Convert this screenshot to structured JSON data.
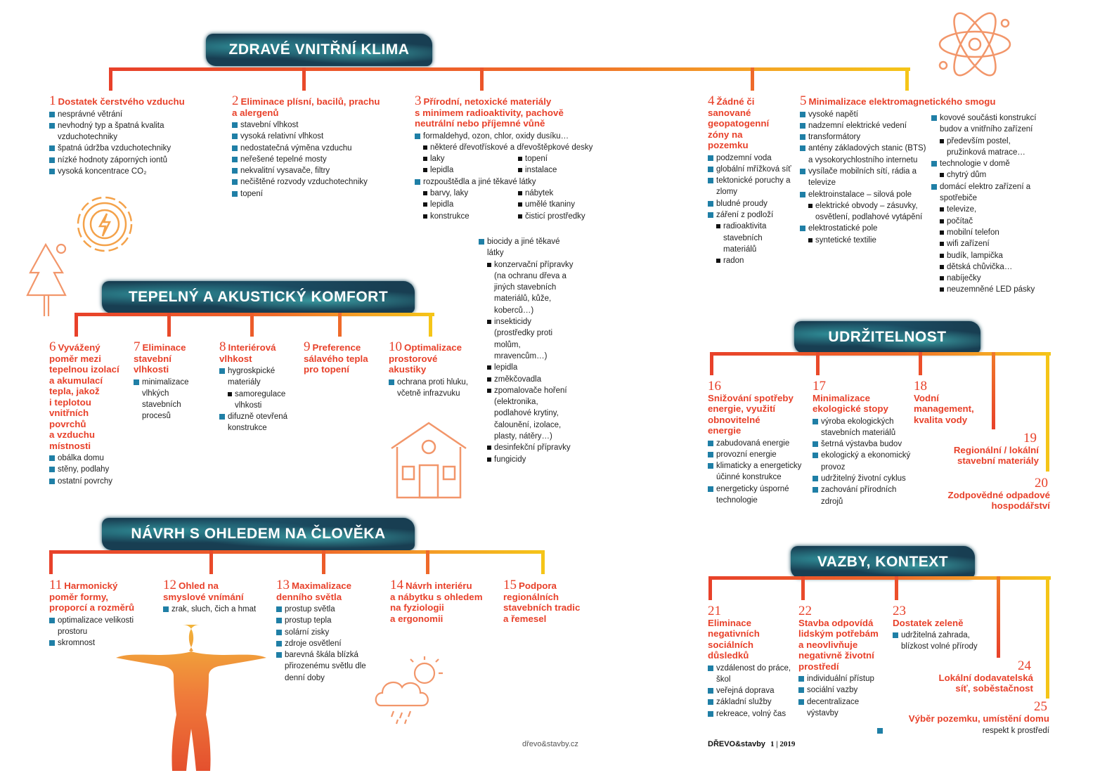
{
  "banners": [
    "ZDRAVÉ VNITŘNÍ KLIMA",
    "TEPELNÝ A AKUSTICKÝ KOMFORT",
    "NÁVRH S OHLEDEM NA ČLOVĚKA",
    "UDRŽITELNOST",
    "VAZBY, KONTEXT"
  ],
  "blocks": [
    {
      "num": "1",
      "title": "Dostatek čerstvého vzduchu",
      "items": [
        {
          "t": "nesprávné větrání",
          "lv": 1
        },
        {
          "t": "nevhodný typ a špatná kvalita vzduchotechniky",
          "lv": 1
        },
        {
          "t": "špatná údržba vzduchotechniky",
          "lv": 1
        },
        {
          "t": "nízké hodnoty záporných iontů",
          "lv": 1
        },
        {
          "t": "vysoká koncentrace CO₂",
          "lv": 1
        }
      ]
    },
    {
      "num": "2",
      "title": "Eliminace plísní, bacilů, prachu\na alergenů",
      "items": [
        {
          "t": "stavební vlhkost",
          "lv": 1
        },
        {
          "t": "vysoká relativní vlhkost",
          "lv": 1
        },
        {
          "t": "nedostatečná výměna vzduchu",
          "lv": 1
        },
        {
          "t": "neřešené tepelné mosty",
          "lv": 1
        },
        {
          "t": "nekvalitní vysavače, filtry",
          "lv": 1
        },
        {
          "t": "nečištěné rozvody vzduchotechniky",
          "lv": 1
        },
        {
          "t": "topení",
          "lv": 1
        }
      ]
    },
    {
      "num": "3",
      "title": "Přírodní, netoxické materiály\ns minimem radioaktivity, pachově\nneutrální nebo příjemné vůně",
      "items": [
        {
          "t": "formaldehyd, ozon, chlor, oxidy dusíku…",
          "lv": 1
        },
        {
          "t": "některé dřevotřískové a dřevoštěpkové desky",
          "lv": 2
        },
        {
          "pair": [
            "laky",
            "topení"
          ]
        },
        {
          "pair": [
            "lepidla",
            "instalace"
          ]
        },
        {
          "t": "rozpouštědla a jiné těkavé látky",
          "lv": 1
        },
        {
          "pair": [
            "barvy, laky",
            "nábytek"
          ]
        },
        {
          "pair": [
            "lepidla",
            "umělé tkaniny"
          ]
        },
        {
          "pair": [
            "konstrukce",
            "čisticí prostředky"
          ]
        }
      ]
    },
    {
      "num": "",
      "title": "",
      "items": [
        {
          "t": "biocidy a jiné těkavé látky",
          "lv": 1
        },
        {
          "t": "konzervační přípravky (na ochranu dřeva a jiných stavebních materiálů, kůže, koberců…)",
          "lv": 2
        },
        {
          "t": "insekticidy (prostředky proti molům, mravencům…)",
          "lv": 2
        },
        {
          "t": "lepidla",
          "lv": 2
        },
        {
          "t": "změkčovadla",
          "lv": 2
        },
        {
          "t": "zpomalovače hoření (elektronika, podlahové krytiny, čalounění, izolace, plasty, nátěry…)",
          "lv": 2
        },
        {
          "t": "desinfekční přípravky",
          "lv": 2
        },
        {
          "t": "fungicidy",
          "lv": 2
        }
      ]
    },
    {
      "num": "4",
      "title": "Žádné či\nsanované\ngeopatogenní\nzóny na\npozemku",
      "items": [
        {
          "t": "podzemní voda",
          "lv": 1
        },
        {
          "t": "globální mřížková síť",
          "lv": 1
        },
        {
          "t": "tektonické poruchy a zlomy",
          "lv": 1
        },
        {
          "t": "bludné proudy",
          "lv": 1
        },
        {
          "t": "záření z podloží",
          "lv": 1
        },
        {
          "t": "radioaktivita stavebních materiálů",
          "lv": 2
        },
        {
          "t": "radon",
          "lv": 2
        }
      ]
    },
    {
      "num": "5",
      "title": "Minimalizace elektromagnetického smogu",
      "items": [
        {
          "t": "vysoké napětí",
          "lv": 1
        },
        {
          "t": "nadzemní elektrické vedení",
          "lv": 1
        },
        {
          "t": "transformátory",
          "lv": 1
        },
        {
          "t": "antény základových stanic (BTS) a vysokorychlostního internetu",
          "lv": 1
        },
        {
          "t": "vysílače mobilních sítí, rádia a televize",
          "lv": 1
        },
        {
          "t": "elektroinstalace – silová pole",
          "lv": 1
        },
        {
          "t": "elektrické obvody – zásuvky, osvětlení, podlahové vytápění",
          "lv": 2
        },
        {
          "t": "elektrostatické pole",
          "lv": 1
        },
        {
          "t": "syntetické textilie",
          "lv": 2
        }
      ]
    },
    {
      "num": "",
      "title": "",
      "items": [
        {
          "t": "kovové součásti konstrukcí budov a vnitřního zařízení",
          "lv": 1
        },
        {
          "t": "především postel, pružinková matrace…",
          "lv": 2
        },
        {
          "t": "technologie v domě",
          "lv": 1
        },
        {
          "t": "chytrý dům",
          "lv": 2
        },
        {
          "t": "domácí elektro zařízení a spotřebiče",
          "lv": 1
        },
        {
          "t": "televize,",
          "lv": 2
        },
        {
          "t": "počítač",
          "lv": 2
        },
        {
          "t": "mobilní telefon",
          "lv": 2
        },
        {
          "t": "wifi zařízení",
          "lv": 2
        },
        {
          "t": "budík, lampička",
          "lv": 2
        },
        {
          "t": "dětská chůvička…",
          "lv": 2
        },
        {
          "t": "nabíječky",
          "lv": 2
        },
        {
          "t": "neuzemněné LED pásky",
          "lv": 2
        }
      ]
    },
    {
      "num": "6",
      "title": "Vyvážený\npoměr mezi\ntepelnou izolací\na akumulací\ntepla, jakož\ni teplotou\nvnitřních\npovrchů\na vzduchu\nmístnosti",
      "items": [
        {
          "t": "obálka domu",
          "lv": 1
        },
        {
          "t": "stěny, podlahy",
          "lv": 1
        },
        {
          "t": "ostatní povrchy",
          "lv": 1
        }
      ]
    },
    {
      "num": "7",
      "title": "Eliminace\nstavební\nvlhkosti",
      "items": [
        {
          "t": "minimalizace vlhkých stavebních procesů",
          "lv": 1
        }
      ]
    },
    {
      "num": "8",
      "title": "Interiérová\nvlhkost",
      "items": [
        {
          "t": "hygroskpické materiály",
          "lv": 1
        },
        {
          "t": "samoregulace vlhkosti",
          "lv": 2
        },
        {
          "t": "difuzně otevřená konstrukce",
          "lv": 1
        }
      ]
    },
    {
      "num": "9",
      "title": "Preference\nsálavého tepla\npro topení",
      "items": []
    },
    {
      "num": "10",
      "title": "Optimalizace\nprostorové\nakustiky",
      "items": [
        {
          "t": "ochrana proti hluku, včetně infrazvuku",
          "lv": 1
        }
      ]
    },
    {
      "num": "11",
      "title": "Harmonický\npoměr formy,\nproporcí a rozměrů",
      "items": [
        {
          "t": "optimalizace velikosti prostoru",
          "lv": 1
        },
        {
          "t": "skromnost",
          "lv": 1
        }
      ]
    },
    {
      "num": "12",
      "title": "Ohled na\nsmyslové vnímání",
      "items": [
        {
          "t": "zrak, sluch, čich a hmat",
          "lv": 1
        }
      ]
    },
    {
      "num": "13",
      "title": "Maximalizace\ndenního světla",
      "items": [
        {
          "t": "prostup světla",
          "lv": 1
        },
        {
          "t": "prostup tepla",
          "lv": 1
        },
        {
          "t": "solární zisky",
          "lv": 1
        },
        {
          "t": "zdroje osvětlení",
          "lv": 1
        },
        {
          "t": "barevná škála blízká přirozenému světlu dle denní doby",
          "lv": 1
        }
      ]
    },
    {
      "num": "14",
      "title": "Návrh interiéru\na nábytku s ohledem\nna fyziologii\na ergonomii",
      "items": []
    },
    {
      "num": "15",
      "title": "Podpora\nregionálních\nstavebních tradic\na řemesel",
      "items": []
    },
    {
      "num": "16",
      "title": "\nSnižování spotřeby\nenergie, využití\nobnovitelné\nenergie",
      "items": [
        {
          "t": "zabudovaná energie",
          "lv": 1
        },
        {
          "t": "provozní energie",
          "lv": 1
        },
        {
          "t": "klimaticky a energeticky účinné konstrukce",
          "lv": 1
        },
        {
          "t": "energeticky úsporné technologie",
          "lv": 1
        }
      ]
    },
    {
      "num": "17",
      "title": "\nMinimalizace\nekologické stopy",
      "items": [
        {
          "t": "výroba ekologických stavebních materiálů",
          "lv": 1
        },
        {
          "t": "šetrná výstavba budov",
          "lv": 1
        },
        {
          "t": "ekologický a ekonomický provoz",
          "lv": 1
        },
        {
          "t": "udržitelný životní cyklus",
          "lv": 1
        },
        {
          "t": "zachování přírodních zdrojů",
          "lv": 1
        }
      ]
    },
    {
      "num": "18",
      "title": "\nVodní\nmanagement,\nkvalita vody",
      "items": []
    },
    {
      "num": "19",
      "title": "\nRegionální / lokální\nstavební materiály",
      "items": []
    },
    {
      "num": "20",
      "title": "\nZodpovědné odpadové\nhospodářství",
      "items": []
    },
    {
      "num": "21",
      "title": "\nEliminace\nnegativních\nsociálních\ndůsledků",
      "items": [
        {
          "t": "vzdálenost do práce, škol",
          "lv": 1
        },
        {
          "t": "veřejná doprava",
          "lv": 1
        },
        {
          "t": "základní služby",
          "lv": 1
        },
        {
          "t": "rekreace, volný čas",
          "lv": 1
        }
      ]
    },
    {
      "num": "22",
      "title": "\nStavba odpovídá\nlidským potřebám\na neovlivňuje\nnegativně životní\nprostředí",
      "items": [
        {
          "t": "individuální přístup",
          "lv": 1
        },
        {
          "t": "sociální vazby",
          "lv": 1
        },
        {
          "t": "decentralizace výstavby",
          "lv": 1
        }
      ]
    },
    {
      "num": "23",
      "title": "\nDostatek zeleně",
      "items": [
        {
          "t": "udržitelná zahrada, blízkost volné přírody",
          "lv": 1
        }
      ]
    },
    {
      "num": "24",
      "title": "\nLokální dodavatelská\nsíť, soběstačnost",
      "items": []
    },
    {
      "num": "25",
      "title": "\nVýběr pozemku, umístění domu",
      "items": [
        {
          "t": "respekt k prostředí",
          "lv": 1
        }
      ]
    }
  ],
  "footer": {
    "web": "dřevo&stavby.cz",
    "mag": "DŘEVO&stavby",
    "issue": "1 | 2019"
  },
  "colors": {
    "red": "#e8412a",
    "yellow": "#f5c518",
    "teal": "#1f7fa6"
  }
}
